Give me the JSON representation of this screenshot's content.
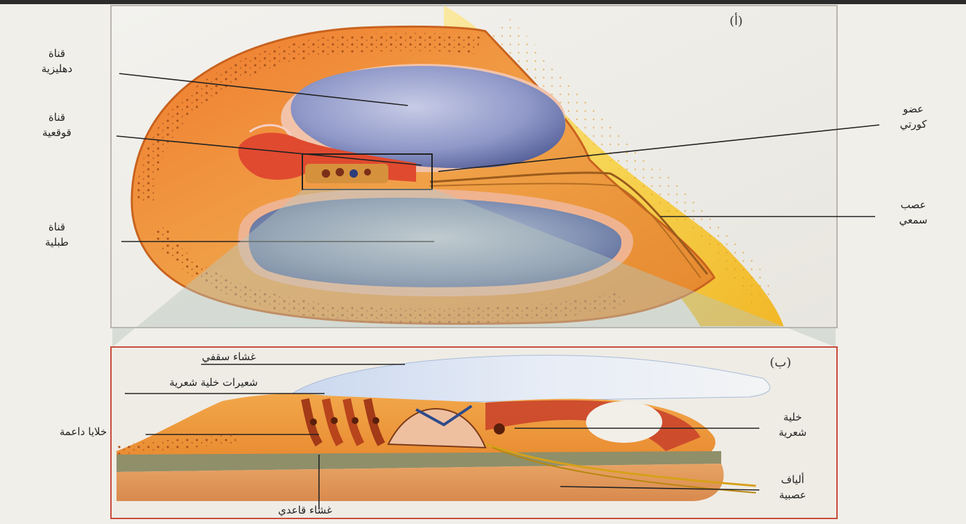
{
  "panel_a": {
    "tag": "(أ)",
    "labels": {
      "vestibular_l1": "قناة",
      "vestibular_l2": "دهليزية",
      "cochlear_l1": "قناة",
      "cochlear_l2": "قوقعية",
      "tympanic_l1": "قناة",
      "tympanic_l2": "طبلية",
      "corti_l1": "عضو",
      "corti_l2": "كورتي",
      "nerve_l1": "عصب",
      "nerve_l2": "سمعي"
    }
  },
  "panel_b": {
    "tag": "(ب)",
    "labels": {
      "tectorial": "غشاء سقفي",
      "stereocilia": "شعيرات خلية شعرية",
      "supporting": "خلايا داعمة",
      "hair_cell_l1": "خلية",
      "hair_cell_l2": "شعرية",
      "fibers_l1": "ألياف",
      "fibers_l2": "عصبية",
      "basilar": "غشاء قاعدي"
    }
  },
  "colors": {
    "bone_orange": "#e9913a",
    "bone_dark": "#c8621e",
    "nerve_yellow": "#f6d23a",
    "fluid_blue": "#8f9bc9",
    "membrane_red": "#d8402a",
    "frame": "#b9b3ad"
  }
}
